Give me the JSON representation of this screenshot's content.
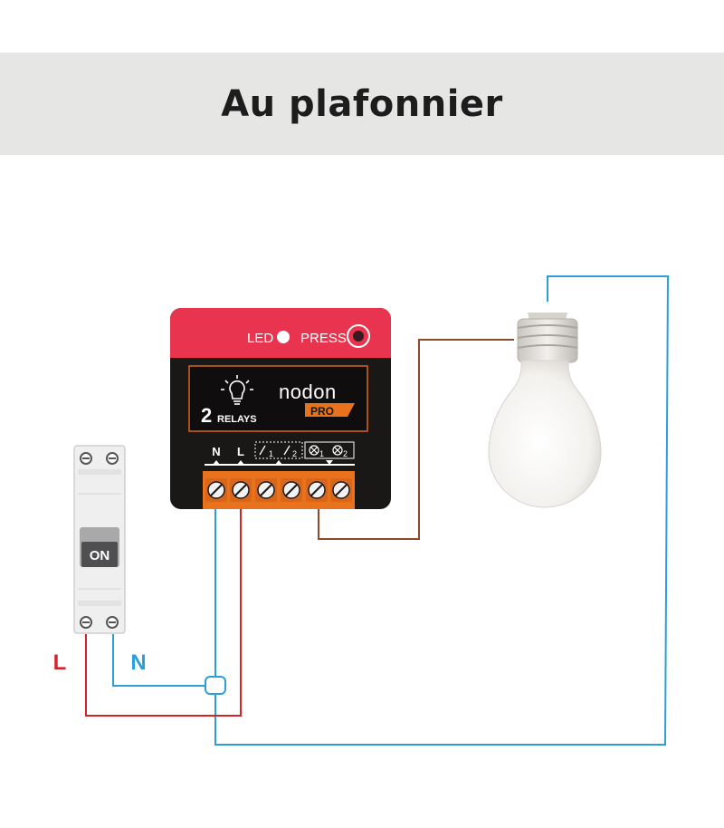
{
  "title": "Au plafonnier",
  "module": {
    "led_label": "LED",
    "press_label": "PRESS",
    "brand": "nodon",
    "badge": "PRO",
    "relay_count": "2",
    "relay_word": "RELAYS",
    "terminals": [
      "N",
      "L",
      "1",
      "2",
      "1",
      "2"
    ],
    "colors": {
      "top": "#e8344e",
      "body": "#1a1717",
      "terminal": "#e8731c",
      "screen_border": "#d9661a"
    }
  },
  "breaker": {
    "label": "ON"
  },
  "wires": {
    "line_label": "L",
    "neutral_label": "N",
    "colors": {
      "line": "#d3232b",
      "neutral": "#2c9fd8",
      "switched": "#8b4a2b"
    }
  }
}
